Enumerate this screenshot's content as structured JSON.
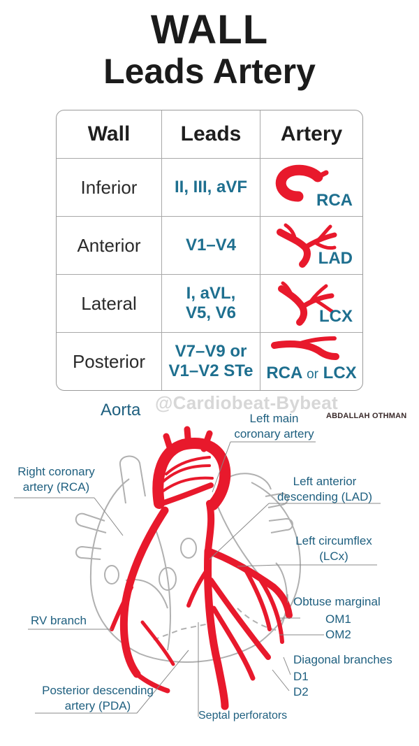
{
  "title": {
    "line1": "WALL",
    "line2": "Leads Artery"
  },
  "table": {
    "headers": [
      "Wall",
      "Leads",
      "Artery"
    ],
    "rows": [
      {
        "wall": "Inferior",
        "leads": [
          "II, III, aVF"
        ],
        "artery": "RCA"
      },
      {
        "wall": "Anterior",
        "leads": [
          "V1–V4"
        ],
        "artery": "LAD"
      },
      {
        "wall": "Lateral",
        "leads": [
          "I, aVL,",
          "V5, V6"
        ],
        "artery": "LCX"
      },
      {
        "wall": "Posterior",
        "leads": [
          "V7–V9 or",
          "V1–V2 STe"
        ],
        "artery_a": "RCA",
        "artery_or": "or",
        "artery_b": "LCX"
      }
    ]
  },
  "watermark": "@Cardiobeat-Bybeat",
  "author": "ABDALLAH OTHMAN",
  "diagram": {
    "aorta": "Aorta",
    "left_main_1": "Left main",
    "left_main_2": "coronary artery",
    "rca_1": "Right coronary",
    "rca_2": "artery (RCA)",
    "lad_1": "Left anterior",
    "lad_2": "descending (LAD)",
    "lcx_1": "Left circumflex",
    "lcx_2": "(LCx)",
    "om": "Obtuse marginal",
    "om1": "OM1",
    "om2": "OM2",
    "rv_branch": "RV branch",
    "diagonal": "Diagonal branches",
    "d1": "D1",
    "d2": "D2",
    "pda_1": "Posterior descending",
    "pda_2": "artery (PDA)",
    "septal": "Septal perforators"
  },
  "colors": {
    "artery_red": "#e8192c",
    "label_blue": "#1e6f8f",
    "outline_gray": "#b0b0b0"
  }
}
